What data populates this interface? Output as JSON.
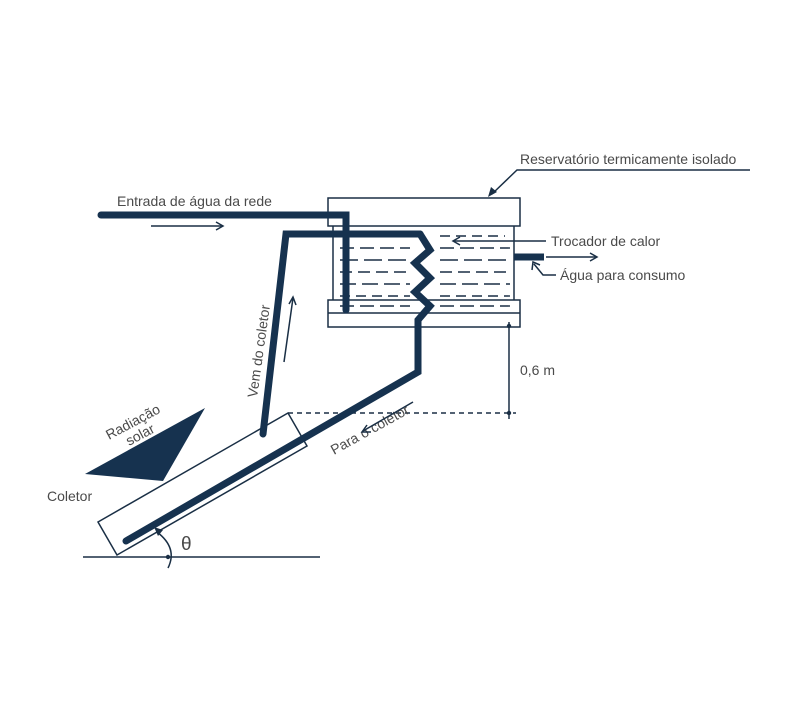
{
  "labels": {
    "reservoir": "Reservatório termicamente isolado",
    "inlet": "Entrada de água da rede",
    "heat_exchanger": "Trocador de calor",
    "consumption": "Água para consumo",
    "height": "0,6 m",
    "from_collector": "Vem do coletor",
    "to_collector": "Para o coletor",
    "radiation_line1": "Radiação",
    "radiation_line2": "solar",
    "collector": "Coletor",
    "angle": "θ"
  },
  "colors": {
    "pipe": "#16324f",
    "outline": "#1a2f45",
    "text": "#4a4a4a",
    "background": "#ffffff"
  }
}
